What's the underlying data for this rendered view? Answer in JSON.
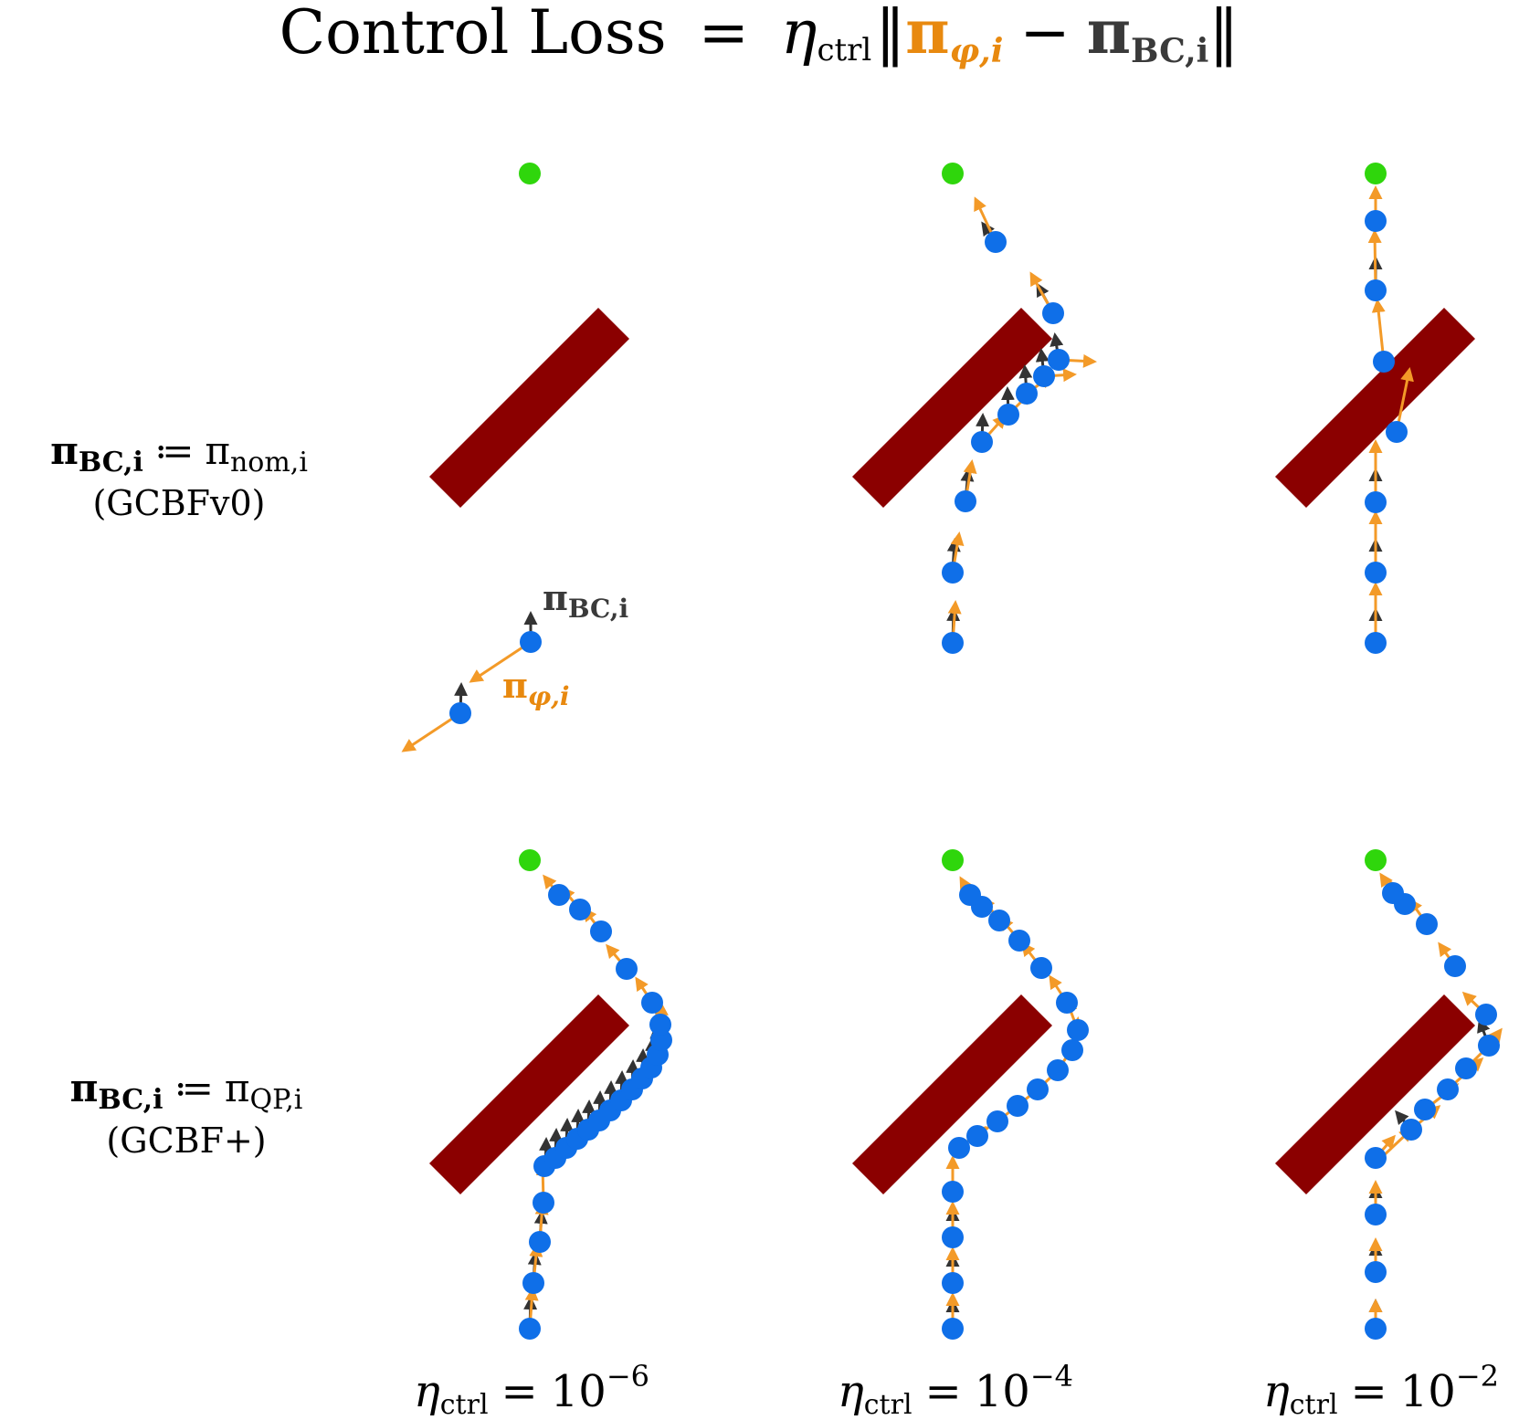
{
  "title": {
    "lead": "Control Loss",
    "eq": "=",
    "eta": "η",
    "eta_sub": "ctrl",
    "norm_open": "‖",
    "norm_close": "‖",
    "pi_phi": "π",
    "pi_phi_sub": "φ,i",
    "minus": "−",
    "pi_bc": "π",
    "pi_bc_sub": "BC,i"
  },
  "rows": [
    {
      "lhs": "π",
      "lhs_sub": "BC,i",
      "assign": "≔",
      "rhs": "π",
      "rhs_sub": "nom,i",
      "method": "(GCBFv0)"
    },
    {
      "lhs": "π",
      "lhs_sub": "BC,i",
      "assign": "≔",
      "rhs": "π",
      "rhs_sub": "QP,i",
      "method": "(GCBF+)"
    }
  ],
  "columns": [
    {
      "eta": "η",
      "eta_sub": "ctrl",
      "eq": "=",
      "base": "10",
      "exp": "−6"
    },
    {
      "eta": "η",
      "eta_sub": "ctrl",
      "eq": "=",
      "base": "10",
      "exp": "−4"
    },
    {
      "eta": "η",
      "eta_sub": "ctrl",
      "eq": "=",
      "base": "10",
      "exp": "−2"
    }
  ],
  "legend": {
    "bc_symbol": "π",
    "bc_sub": "BC,i",
    "phi_symbol": "π",
    "phi_sub": "φ,i"
  },
  "colors": {
    "agent": "#0f6fe8",
    "goal": "#2fd60c",
    "obstacle": "#8b0000",
    "pi_phi": "#f39a28",
    "pi_bc": "#333333",
    "pi_phi_text": "#e8890f",
    "pi_bc_text": "#3a3a3a"
  }
}
